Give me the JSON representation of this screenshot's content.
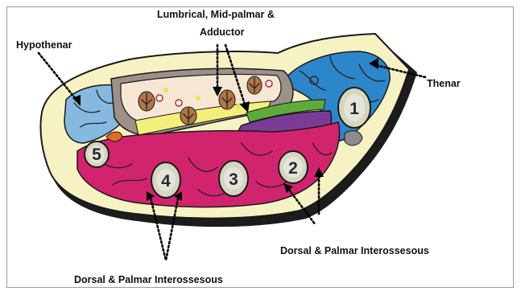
{
  "labels": {
    "lumbrical_line1": "Lumbrical, Mid-palmar &",
    "lumbrical_line2": "Adductor",
    "hypothenar": "Hypothenar",
    "thenar": "Thenar",
    "interosseous_right": "Dorsal & Palmar Interossesous",
    "interosseous_bottom": "Dorsal & Palmar Interossesous"
  },
  "bones": [
    "1",
    "2",
    "3",
    "4",
    "5"
  ],
  "colors": {
    "skin": "#f7f2c4",
    "skin_outline": "#1a1a1a",
    "shadow": "#1c1c1c",
    "interosseous": "#d2246e",
    "thenar": "#2d86c9",
    "hypothenar": "#86b8e0",
    "lumbrical_zone": "#f6e6d4",
    "lumbrical_muscle": "#b07548",
    "fascia": "#9c9088",
    "adductor": "#7b3b95",
    "green_band": "#5eab3d",
    "yellow_band": "#f3ef7a",
    "bone": "#d6d6bf",
    "marrow": "#e4e4da"
  }
}
